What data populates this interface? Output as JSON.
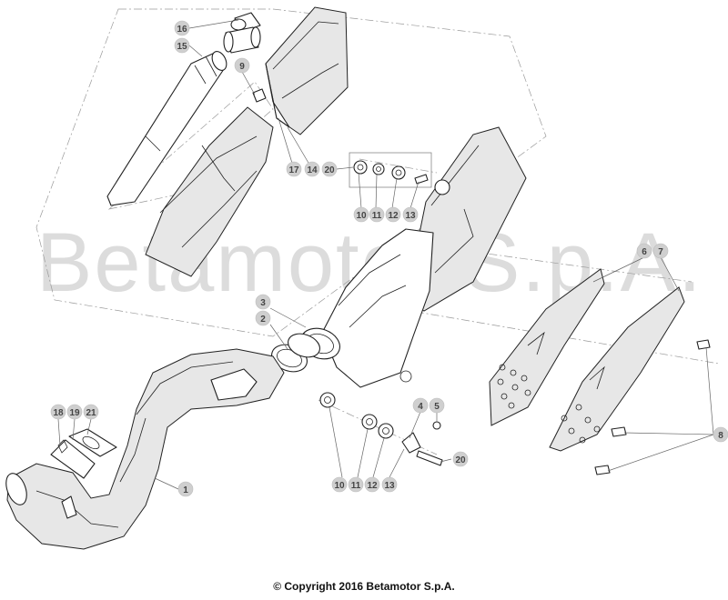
{
  "watermark": "Betamotor S.p.A.",
  "copyright": "© Copyright 2016 Betamotor S.p.A.",
  "callouts": [
    {
      "id": "c16",
      "label": "16"
    },
    {
      "id": "c15",
      "label": "15"
    },
    {
      "id": "c9",
      "label": "9"
    },
    {
      "id": "c17",
      "label": "17"
    },
    {
      "id": "c14",
      "label": "14"
    },
    {
      "id": "c20a",
      "label": "20"
    },
    {
      "id": "c10a",
      "label": "10"
    },
    {
      "id": "c11a",
      "label": "11"
    },
    {
      "id": "c12a",
      "label": "12"
    },
    {
      "id": "c13a",
      "label": "13"
    },
    {
      "id": "c6",
      "label": "6"
    },
    {
      "id": "c7",
      "label": "7"
    },
    {
      "id": "c3",
      "label": "3"
    },
    {
      "id": "c2",
      "label": "2"
    },
    {
      "id": "c4",
      "label": "4"
    },
    {
      "id": "c5",
      "label": "5"
    },
    {
      "id": "c20b",
      "label": "20"
    },
    {
      "id": "c18",
      "label": "18"
    },
    {
      "id": "c19",
      "label": "19"
    },
    {
      "id": "c21",
      "label": "21"
    },
    {
      "id": "c1",
      "label": "1"
    },
    {
      "id": "c10b",
      "label": "10"
    },
    {
      "id": "c11b",
      "label": "11"
    },
    {
      "id": "c12b",
      "label": "12"
    },
    {
      "id": "c13b",
      "label": "13"
    },
    {
      "id": "c8",
      "label": "8"
    }
  ]
}
